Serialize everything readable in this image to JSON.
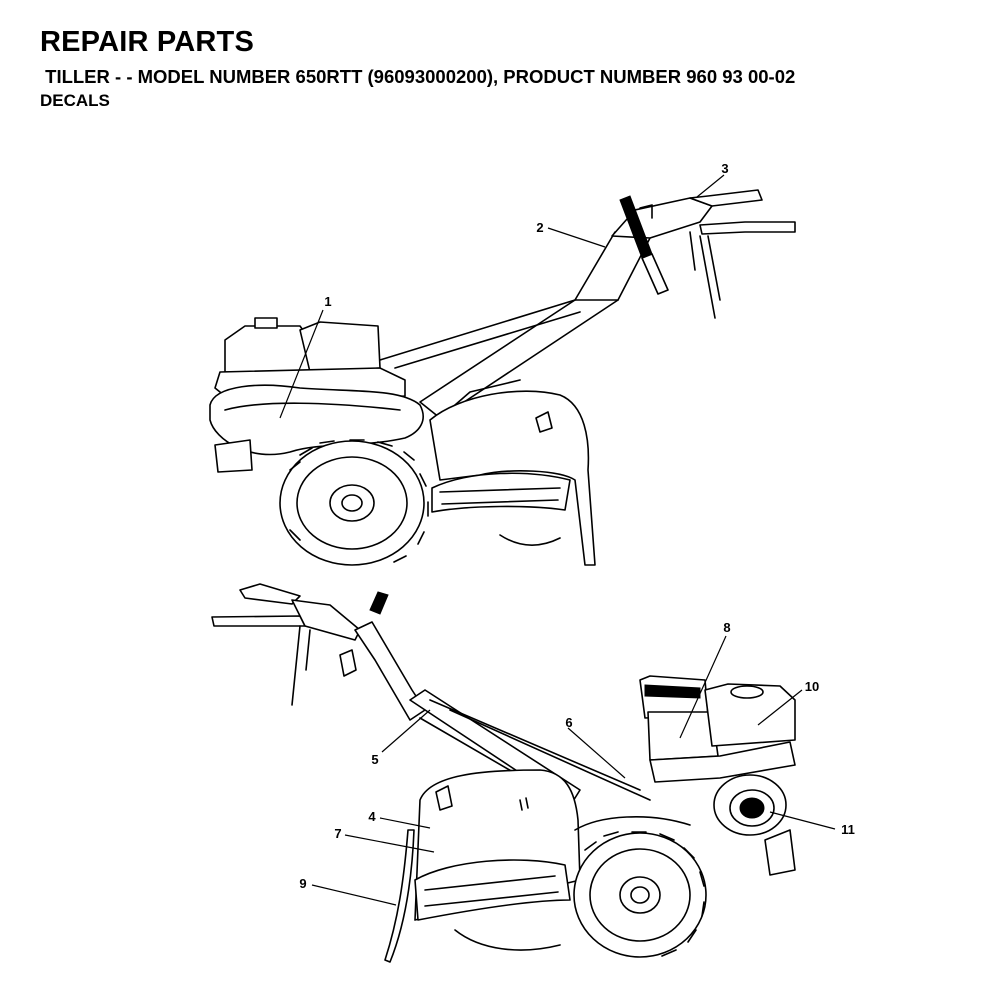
{
  "header": {
    "title": "REPAIR PARTS",
    "subtitle": " TILLER - - MODEL NUMBER 650RTT (96093000200), PRODUCT NUMBER 960 93 00-02",
    "section": "DECALS"
  },
  "callouts": {
    "c1": "1",
    "c2": "2",
    "c3": "3",
    "c4": "4",
    "c5": "5",
    "c6": "6",
    "c7": "7",
    "c8": "8",
    "c9": "9",
    "c10": "10",
    "c11": "11"
  }
}
